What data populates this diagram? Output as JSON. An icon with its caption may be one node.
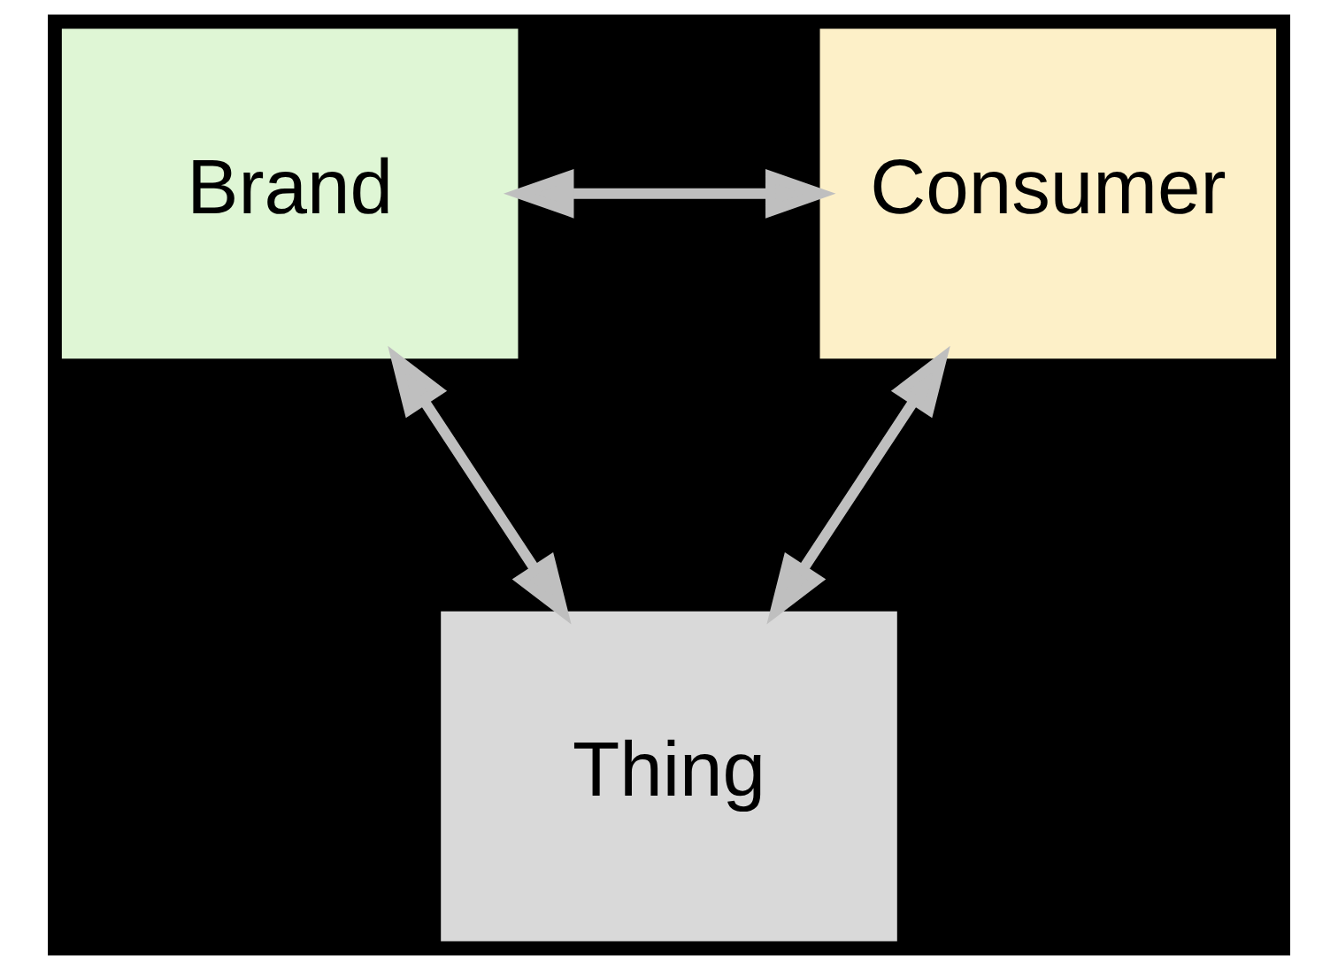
{
  "diagram": {
    "nodes": [
      {
        "text": [
          "Brand"
        ]
      },
      {
        "text": [
          "Consumer"
        ]
      },
      {
        "text": [
          "Thing"
        ]
      }
    ],
    "edges": [
      {
        "from": 0,
        "to": 1,
        "arrow": "both"
      },
      {
        "from": 0,
        "to": 2,
        "arrow": "both"
      },
      {
        "from": 1,
        "to": 2,
        "arrow": "both"
      }
    ]
  }
}
